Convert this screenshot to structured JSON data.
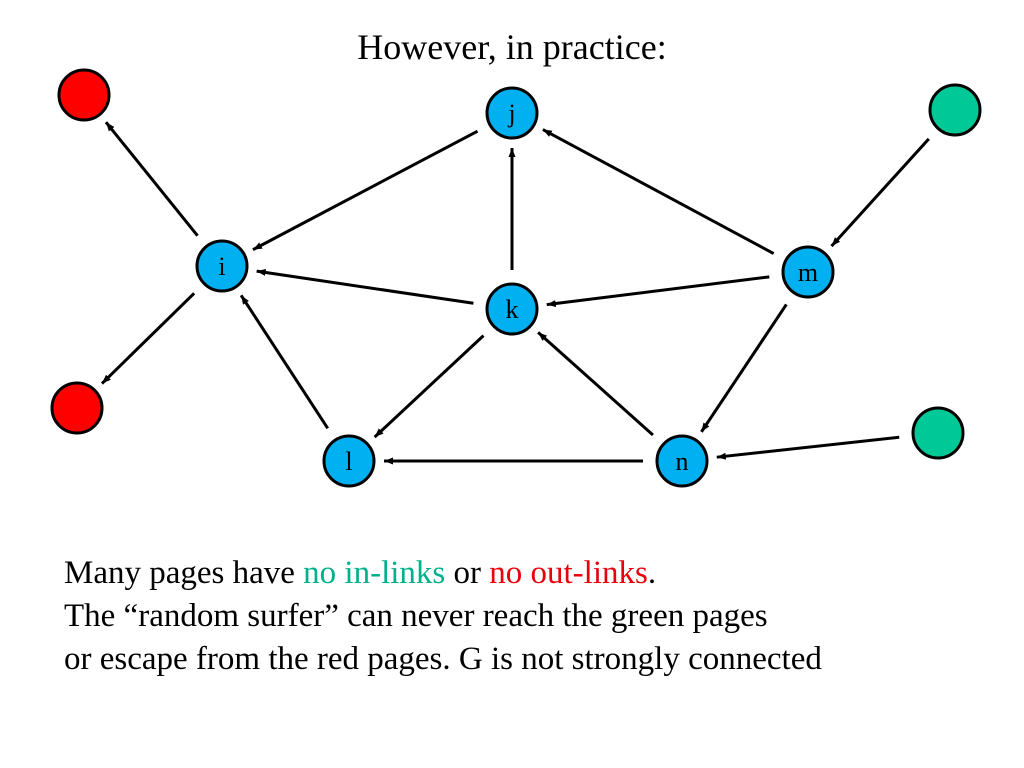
{
  "title": "However, in practice:",
  "colors": {
    "node_blue": "#00B0F0",
    "node_red": "#FF0000",
    "node_green": "#00C896",
    "text_green": "#00B08A",
    "text_red": "#E8000B"
  },
  "nodes": [
    {
      "id": "j",
      "label": "j",
      "color": "blue"
    },
    {
      "id": "i",
      "label": "i",
      "color": "blue"
    },
    {
      "id": "k",
      "label": "k",
      "color": "blue"
    },
    {
      "id": "m",
      "label": "m",
      "color": "blue"
    },
    {
      "id": "l",
      "label": "l",
      "color": "blue"
    },
    {
      "id": "n",
      "label": "n",
      "color": "blue"
    },
    {
      "id": "red-top",
      "label": "",
      "color": "red"
    },
    {
      "id": "red-bottom",
      "label": "",
      "color": "red"
    },
    {
      "id": "green-top",
      "label": "",
      "color": "green"
    },
    {
      "id": "green-bottom",
      "label": "",
      "color": "green"
    }
  ],
  "edges": [
    {
      "from": "i",
      "to": "red-top"
    },
    {
      "from": "i",
      "to": "red-bottom"
    },
    {
      "from": "j",
      "to": "i"
    },
    {
      "from": "k",
      "to": "j"
    },
    {
      "from": "m",
      "to": "j"
    },
    {
      "from": "k",
      "to": "i"
    },
    {
      "from": "m",
      "to": "k"
    },
    {
      "from": "green-top",
      "to": "m"
    },
    {
      "from": "m",
      "to": "n"
    },
    {
      "from": "l",
      "to": "i"
    },
    {
      "from": "k",
      "to": "l"
    },
    {
      "from": "n",
      "to": "k"
    },
    {
      "from": "n",
      "to": "l"
    },
    {
      "from": "green-bottom",
      "to": "n"
    }
  ],
  "caption": {
    "line1_a": "Many pages have ",
    "line1_green": "no in-links",
    "line1_b": " or ",
    "line1_red": "no out-links",
    "line1_c": ".",
    "line2": "The “random surfer” can never reach the green pages",
    "line3": "or escape from the red pages. G is not strongly connected"
  }
}
